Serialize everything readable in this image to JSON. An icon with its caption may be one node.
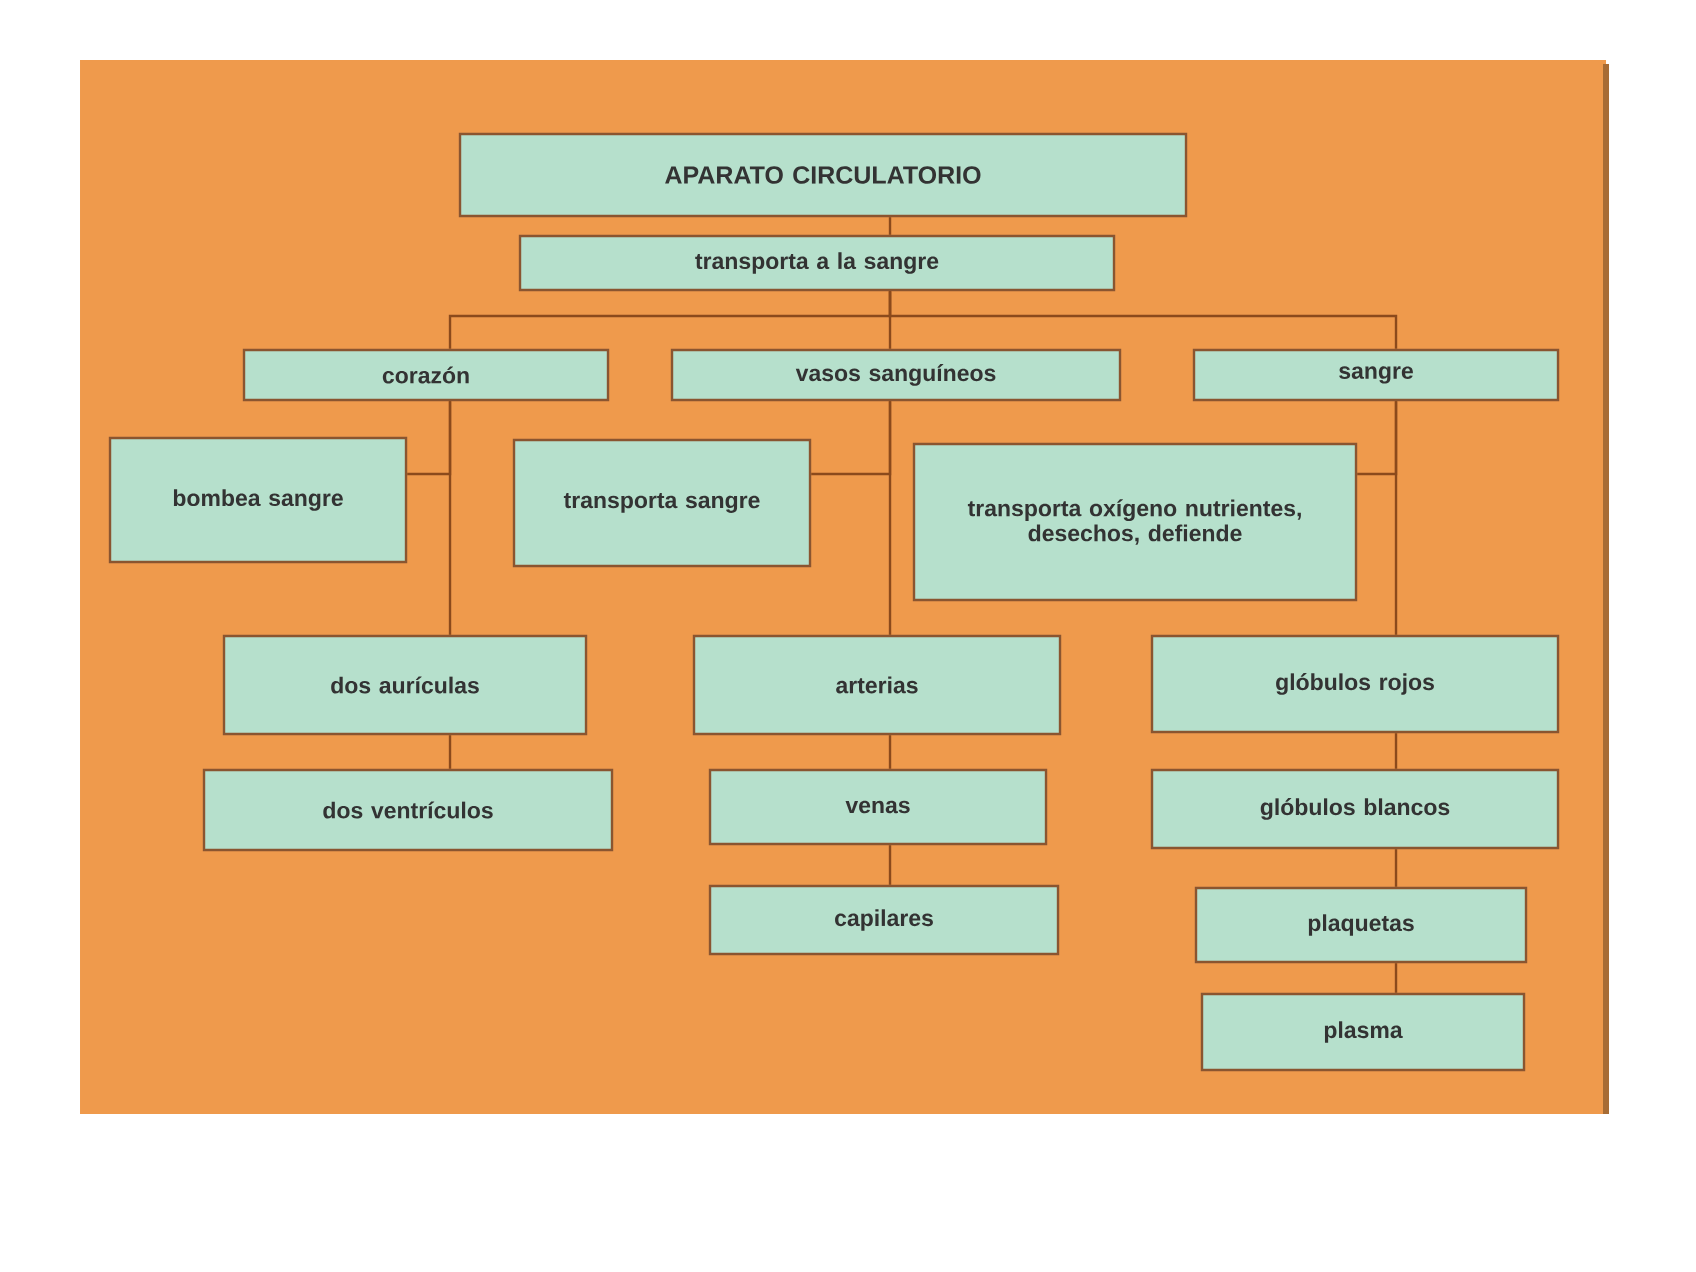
{
  "diagram": {
    "nodes": [
      {
        "text": [
          "APARATO CIRCULATORIO"
        ]
      },
      {
        "text": [
          "transporta a la sangre"
        ]
      },
      {
        "text": [
          "corazón"
        ]
      },
      {
        "text": [
          "vasos sanguíneos"
        ]
      },
      {
        "text": [
          "sangre"
        ]
      },
      {
        "text": [
          "bombea sangre"
        ]
      },
      {
        "text": [
          "transporta sangre"
        ]
      },
      {
        "text": [
          "transporta oxígeno nutrientes, desechos, defiende"
        ]
      },
      {
        "text": [
          "dos aurículas"
        ]
      },
      {
        "text": [
          "arterias"
        ]
      },
      {
        "text": [
          "glóbulos rojos"
        ]
      },
      {
        "text": [
          "dos ventrículos"
        ]
      },
      {
        "text": [
          "venas"
        ]
      },
      {
        "text": [
          "glóbulos blancos"
        ]
      },
      {
        "text": [
          "capilares"
        ]
      },
      {
        "text": [
          "plaquetas"
        ]
      },
      {
        "text": [
          "plasma"
        ]
      }
    ],
    "edges": [
      {
        "from": 0,
        "to": 1,
        "arrow": "none"
      },
      {
        "from": 1,
        "to": 2,
        "arrow": "none"
      },
      {
        "from": 1,
        "to": 3,
        "arrow": "none"
      },
      {
        "from": 1,
        "to": 4,
        "arrow": "none"
      },
      {
        "from": 2,
        "to": 5,
        "arrow": "none"
      },
      {
        "from": 2,
        "to": 8,
        "arrow": "none"
      },
      {
        "from": 8,
        "to": 11,
        "arrow": "none"
      },
      {
        "from": 3,
        "to": 6,
        "arrow": "none"
      },
      {
        "from": 3,
        "to": 9,
        "arrow": "none"
      },
      {
        "from": 9,
        "to": 12,
        "arrow": "none"
      },
      {
        "from": 12,
        "to": 14,
        "arrow": "none"
      },
      {
        "from": 4,
        "to": 7,
        "arrow": "none"
      },
      {
        "from": 4,
        "to": 10,
        "arrow": "none"
      },
      {
        "from": 10,
        "to": 13,
        "arrow": "none"
      },
      {
        "from": 13,
        "to": 15,
        "arrow": "none"
      },
      {
        "from": 15,
        "to": 16,
        "arrow": "none"
      }
    ]
  }
}
